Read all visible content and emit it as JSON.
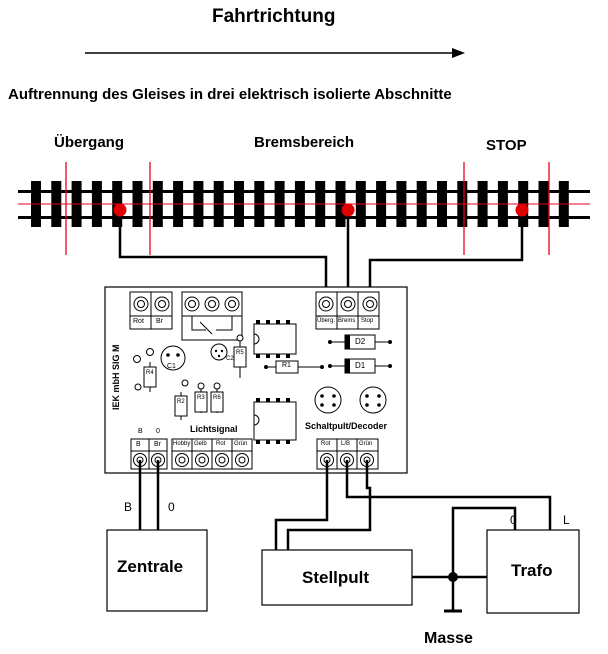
{
  "title": "Fahrtrichtung",
  "subtitle": "Auftrennung des Gleises in drei elektrisch isolierte Abschnitte",
  "sections": {
    "uebergang": "Übergang",
    "bremsbereich": "Bremsbereich",
    "stop": "STOP"
  },
  "board": {
    "name": "IEK mbH SIG M",
    "lichtsignal": "Lichtsignal",
    "schaltpult": "Schaltpult/Decoder",
    "top_terminals": {
      "rot": "Rot",
      "br": "Br",
      "uebergang": "Überg.",
      "brems": "Brems",
      "stop": "Stop"
    },
    "bottom_terminals": {
      "b": "B",
      "zero": "0",
      "br": "Br",
      "hobby": "Hobby",
      "gelb": "Gelb",
      "rot": "Rot",
      "gruen": "Grün",
      "rot2": "Rot",
      "lb": "L/B",
      "gruen2": "Grün"
    },
    "components": {
      "c1": "C1",
      "c2": "C2",
      "r1": "R1",
      "r2": "R2",
      "r3": "R3",
      "r4": "R4",
      "r5": "R5",
      "r6": "R6",
      "d1": "D1",
      "d2": "D2"
    }
  },
  "wires": {
    "b": "B",
    "zero": "0",
    "trafo_zero": "0",
    "trafo_l": "L"
  },
  "devices": {
    "zentrale": "Zentrale",
    "stellpult": "Stellpult",
    "trafo": "Trafo",
    "masse": "Masse"
  },
  "colors": {
    "insulation": "#e8001c",
    "feed_point": "#e00000",
    "ink": "#000000"
  }
}
